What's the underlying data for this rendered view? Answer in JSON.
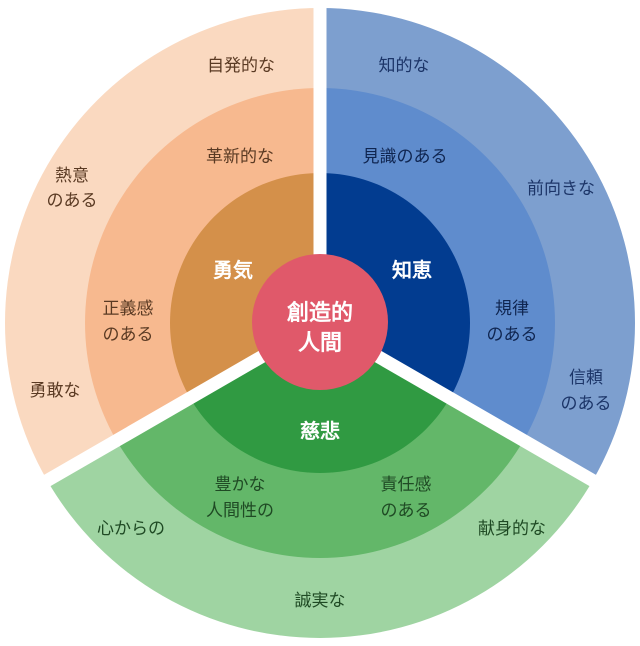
{
  "center": {
    "line1": "創造的",
    "line2": "人間"
  },
  "segments": {
    "courage": {
      "core_label": "勇気",
      "mid": [
        [
          "革新的な"
        ],
        [
          "正義感",
          "のある"
        ]
      ],
      "outer": [
        [
          "自発的な"
        ],
        [
          "熱意",
          "のある"
        ],
        [
          "勇敢な"
        ]
      ],
      "colors": {
        "outer": "#fad9c0",
        "mid": "#f7b98f",
        "core": "#d4904a"
      }
    },
    "wisdom": {
      "core_label": "知恵",
      "mid": [
        [
          "見識のある"
        ],
        [
          "規律",
          "のある"
        ]
      ],
      "outer": [
        [
          "知的な"
        ],
        [
          "前向きな"
        ],
        [
          "信頼",
          "のある"
        ]
      ],
      "colors": {
        "outer": "#7d9fcf",
        "mid": "#5f8ccd",
        "core": "#023c90"
      }
    },
    "compassion": {
      "core_label": "慈悲",
      "mid": [
        [
          "豊かな",
          "人間性の"
        ],
        [
          "責任感",
          "のある"
        ]
      ],
      "outer": [
        [
          "心からの"
        ],
        [
          "誠実な"
        ],
        [
          "献身的な"
        ]
      ],
      "colors": {
        "outer": "#9fd4a2",
        "mid": "#63b769",
        "core": "#309a42"
      }
    }
  },
  "colors": {
    "center": "#e0596a",
    "label_orange": "#5a3a23",
    "label_blue": "#1c3568",
    "label_green": "#1f4a24"
  }
}
